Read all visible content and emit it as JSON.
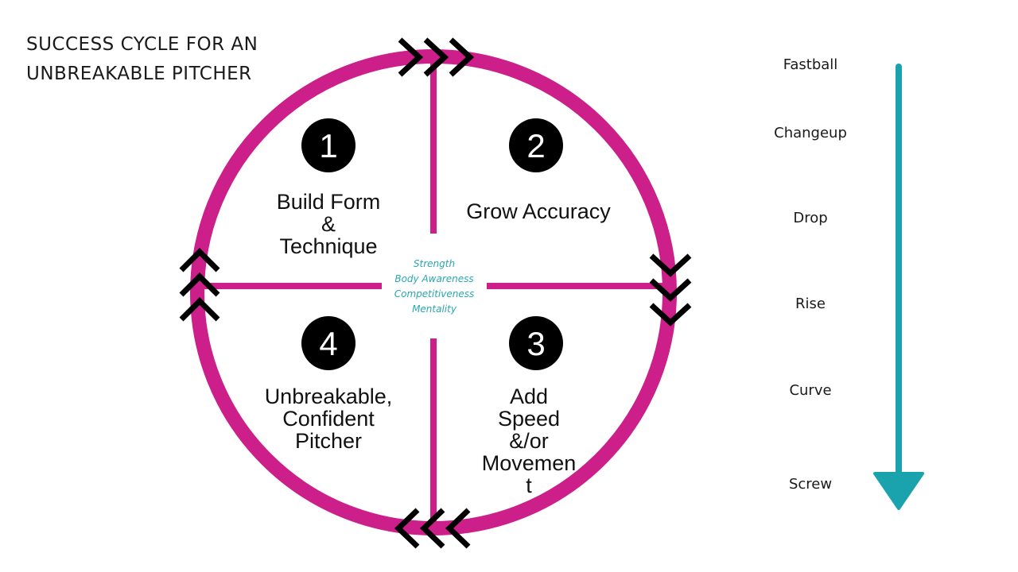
{
  "title": {
    "line1": "SUCCESS CYCLE FOR AN",
    "line2": "UNBREAKABLE PITCHER"
  },
  "colors": {
    "ring": "#cc1f8a",
    "chevron": "#000000",
    "badge": "#000000",
    "accent": "#2aa7b0"
  },
  "steps": [
    {
      "number": "1",
      "lines": [
        "Build Form",
        "&",
        "Technique"
      ]
    },
    {
      "number": "2",
      "lines": [
        "Grow Accuracy"
      ]
    },
    {
      "number": "3",
      "lines": [
        "Add",
        "Speed",
        "&/or",
        "Movemen",
        "t"
      ]
    },
    {
      "number": "4",
      "lines": [
        "Unbreakable,",
        "Confident",
        "Pitcher"
      ]
    }
  ],
  "center": [
    "Strength",
    "Body Awareness",
    "Competitiveness",
    "Mentality"
  ],
  "pitches": [
    "Fastball",
    "Changeup",
    "Drop",
    "Rise",
    "Curve",
    "Screw"
  ]
}
